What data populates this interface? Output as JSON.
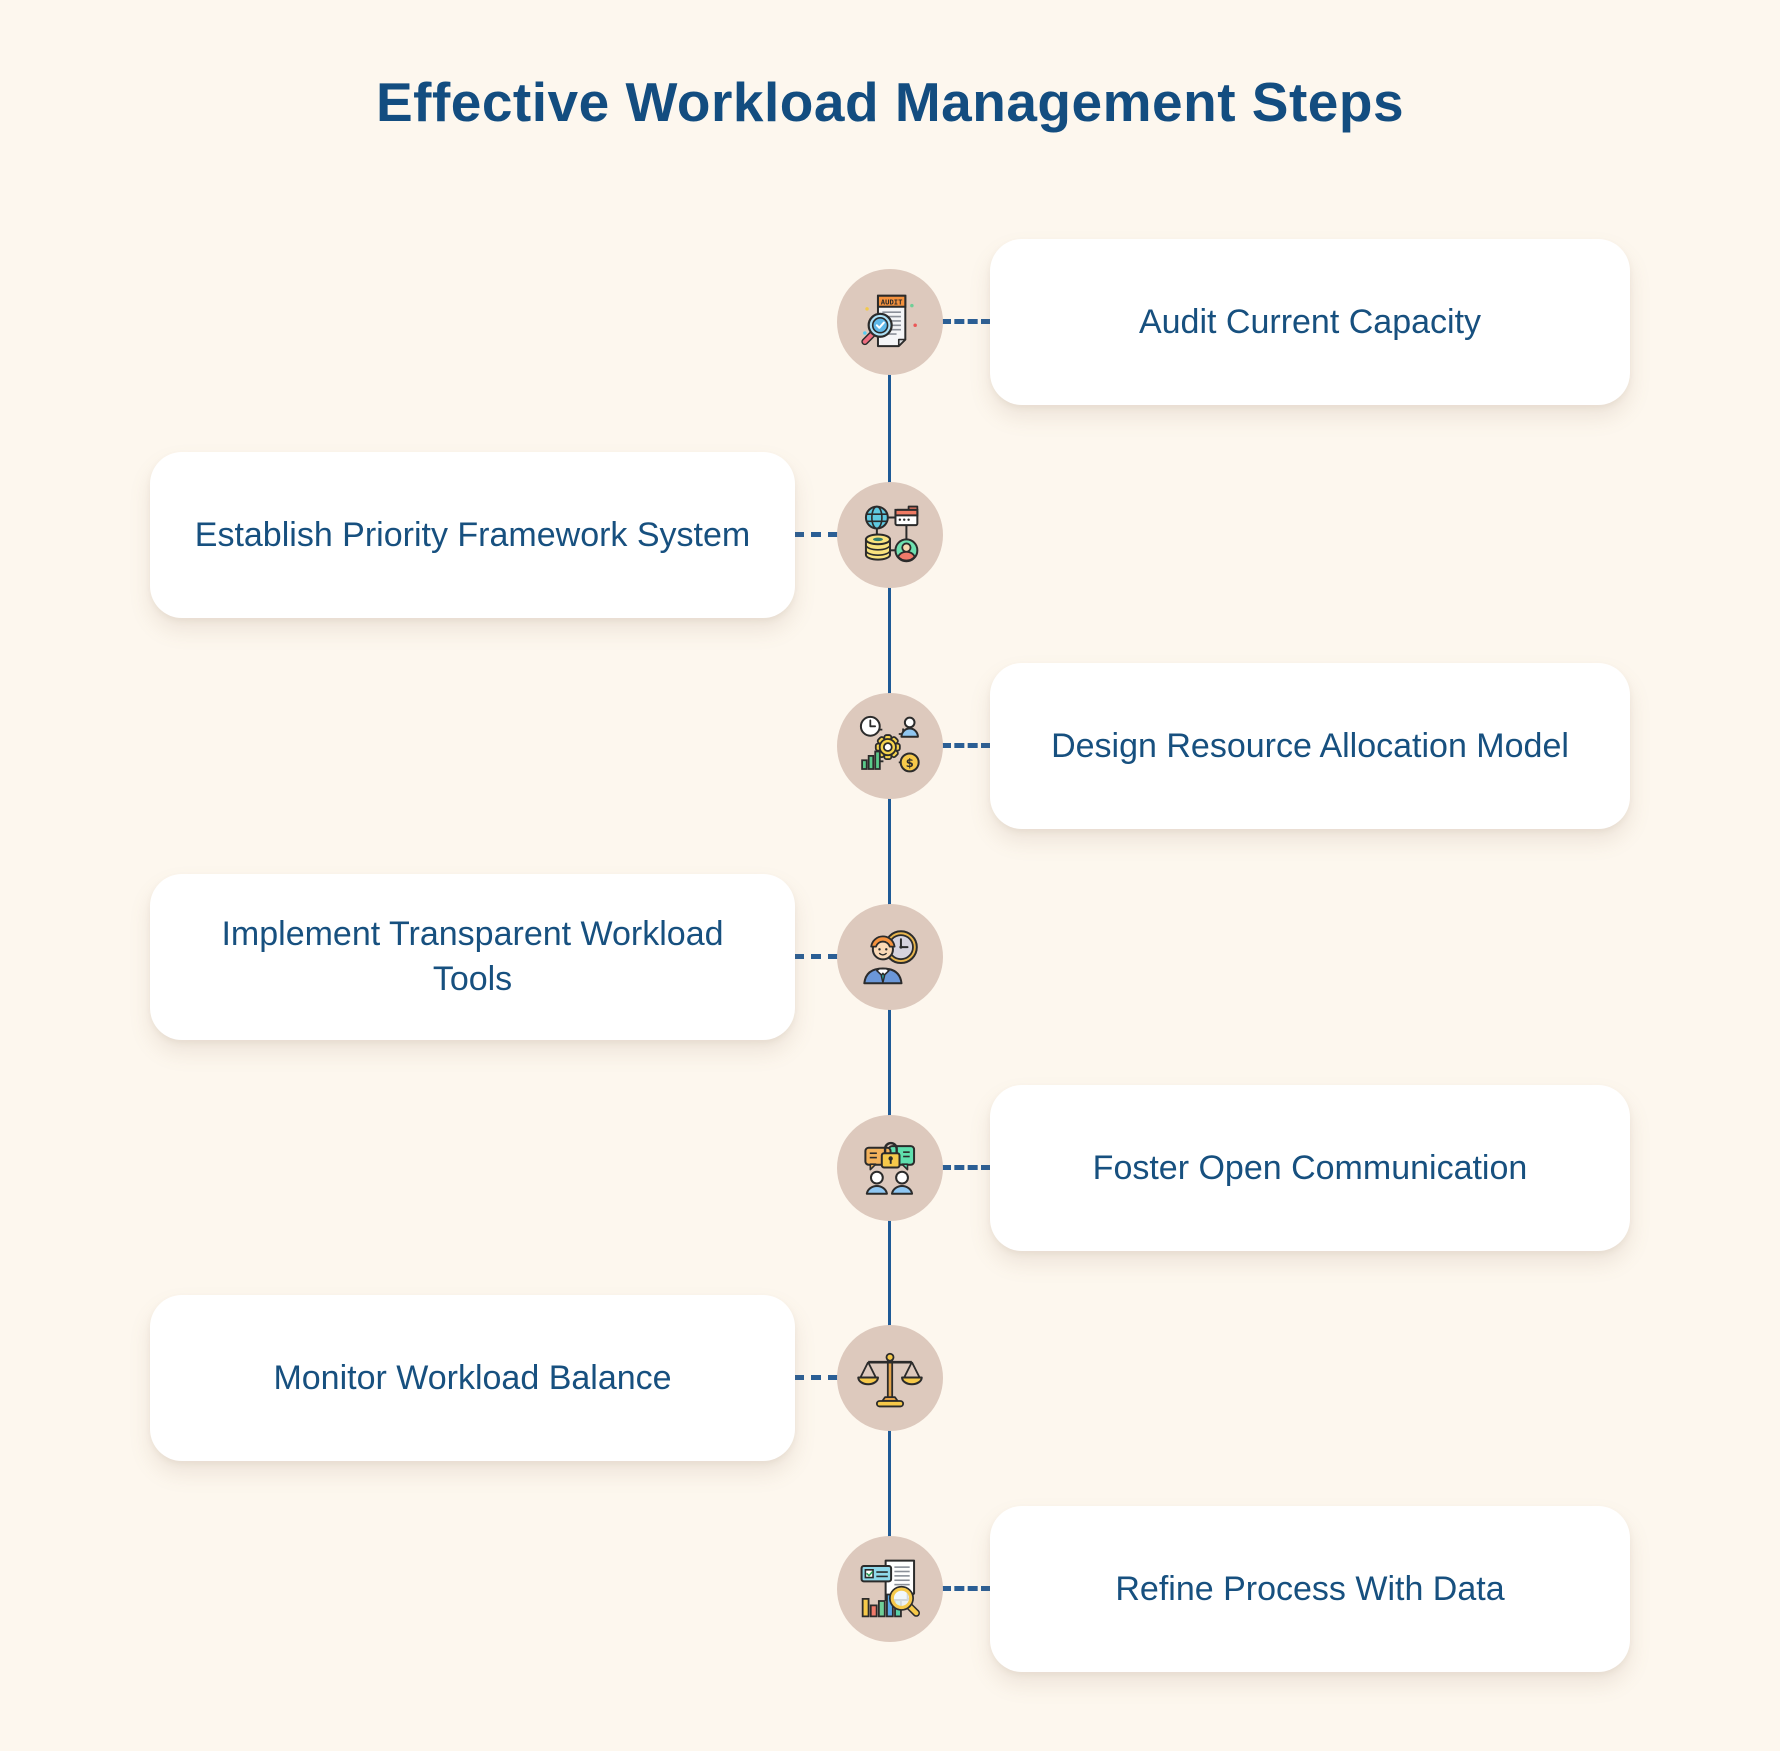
{
  "title": "Effective Workload Management Steps",
  "colors": {
    "background": "#fdf7ee",
    "card": "#ffffff",
    "text": "#17507f",
    "title": "#134d80",
    "timeline": "#1e5a96",
    "icon_circle": "#ddc9bd"
  },
  "steps": [
    {
      "label": "Audit Current Capacity",
      "side": "right",
      "icon": "audit-document-magnifier-icon"
    },
    {
      "label": "Establish Priority Framework System",
      "side": "left",
      "icon": "data-network-icon"
    },
    {
      "label": "Design Resource Allocation Model",
      "side": "right",
      "icon": "gear-resources-icon"
    },
    {
      "label": "Implement Transparent Workload Tools",
      "side": "left",
      "icon": "worker-clock-icon"
    },
    {
      "label": "Foster Open Communication",
      "side": "right",
      "icon": "secure-chat-icon"
    },
    {
      "label": "Monitor Workload Balance",
      "side": "left",
      "icon": "balance-scale-icon"
    },
    {
      "label": "Refine Process With Data",
      "side": "right",
      "icon": "data-analysis-magnifier-icon"
    }
  ],
  "icon_text": {
    "audit_header": "AUDIT",
    "dollar": "$"
  }
}
